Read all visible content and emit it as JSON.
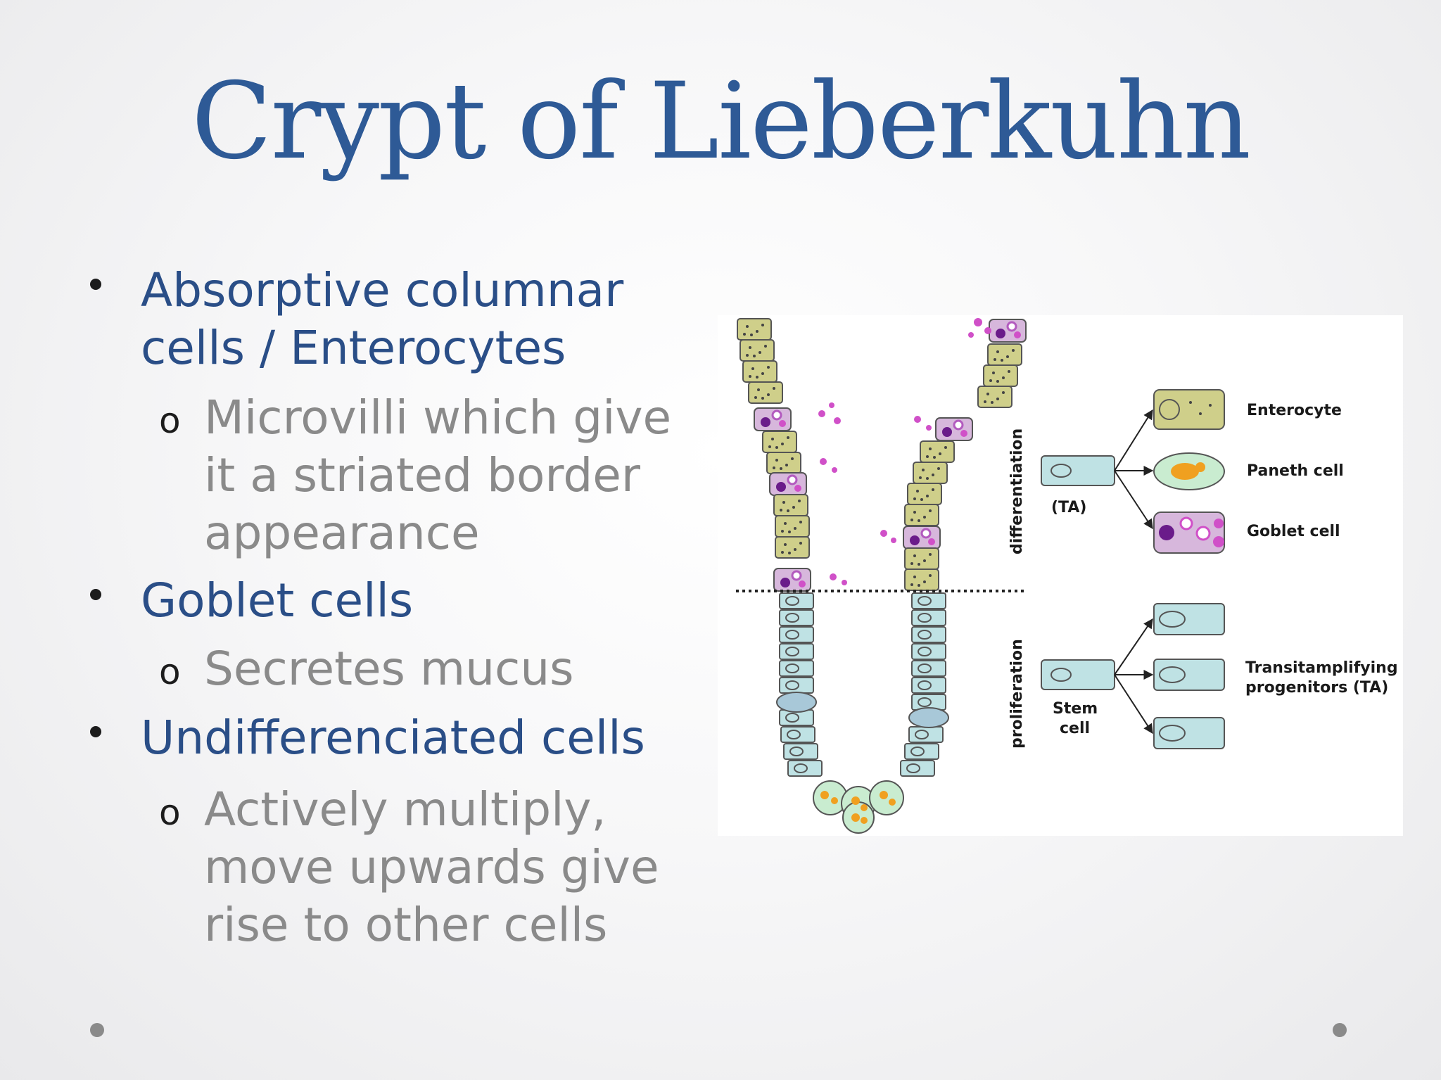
{
  "title": "Crypt of Lieberkuhn",
  "bullets": [
    {
      "text": "Absorptive columnar cells / Enterocytes",
      "sub": "Microvilli which give it a striated border appearance"
    },
    {
      "text": "Goblet cells",
      "sub": "Secretes mucus"
    },
    {
      "text": "Undifferenciated cells",
      "sub": "Actively multiply, move upwards give rise to other cells"
    }
  ],
  "sub_marker": "o",
  "diagram": {
    "zone_upper": "differentiation",
    "zone_lower": "proliferation",
    "ta_label": "(TA)",
    "stem_label_line1": "Stem",
    "stem_label_line2": "cell",
    "enterocyte": "Enterocyte",
    "paneth": "Paneth cell",
    "goblet": "Goblet cell",
    "ta_line1": "Transitamplifying",
    "ta_line2": "progenitors (TA)"
  },
  "colors": {
    "title": "#2e5a96",
    "bullet_primary": "#2a4e87",
    "bullet_secondary": "#8a8a8a",
    "enterocyte_fill": "#cfcf8a",
    "progenitor_fill": "#bfe2e4",
    "goblet_fill": "#b35bbf",
    "paneth_granule": "#f0a020"
  }
}
